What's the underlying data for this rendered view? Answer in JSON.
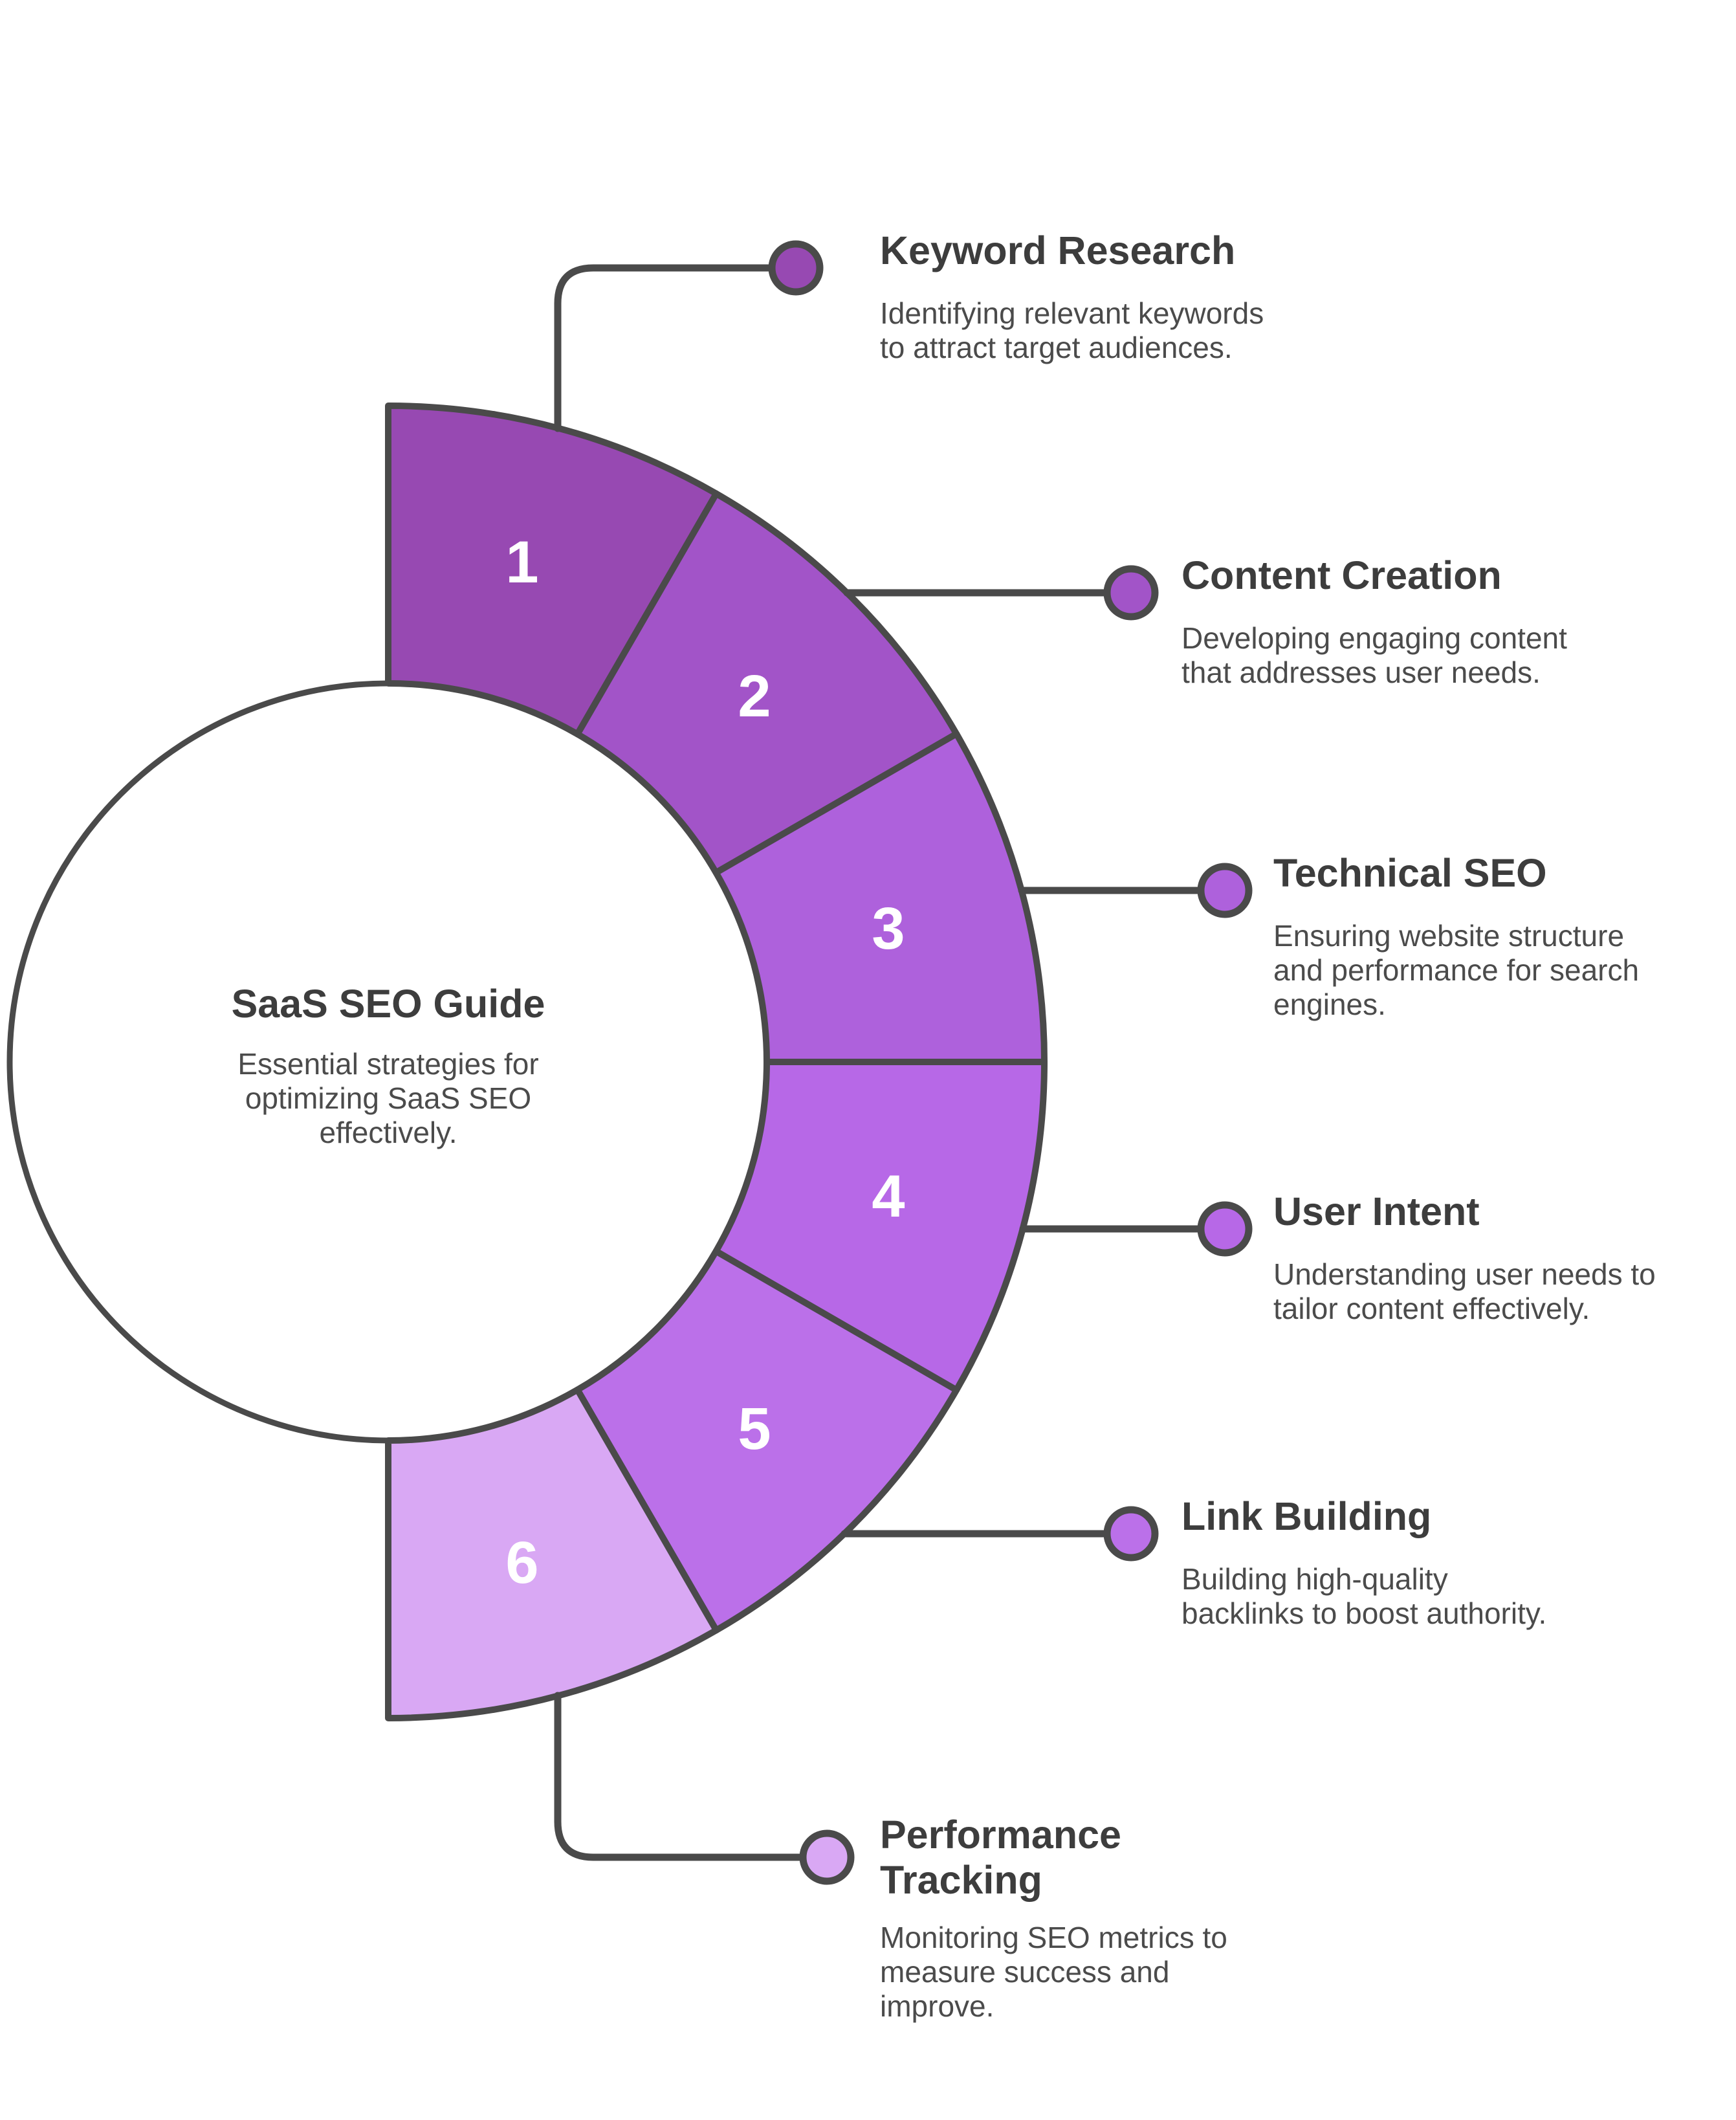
{
  "center": {
    "title": "SaaS SEO Guide",
    "description": "Essential strategies for optimizing SaaS SEO effectively."
  },
  "sections": [
    {
      "number": "1",
      "title": "Keyword Research",
      "description": "Identifying relevant keywords to attract target audiences.",
      "color": "#9749b2"
    },
    {
      "number": "2",
      "title": "Content Creation",
      "description": "Developing engaging content that addresses user needs.",
      "color": "#a254c8"
    },
    {
      "number": "3",
      "title": "Technical SEO",
      "description": "Ensuring website structure and performance for search engines.",
      "color": "#ae61dc"
    },
    {
      "number": "4",
      "title": "User Intent",
      "description": "Understanding user needs to tailor content effectively.",
      "color": "#b768e7"
    },
    {
      "number": "5",
      "title": "Link Building",
      "description": "Building high-quality backlinks to boost authority.",
      "color": "#bb70e9"
    },
    {
      "number": "6",
      "title": "Performance Tracking",
      "description": "Monitoring SEO metrics to measure success and improve.",
      "color": "#d9a8f4"
    }
  ],
  "colors": {
    "outline": "#4a4a4a",
    "title_text": "#3d3d3d",
    "description_text": "#4b4b4b",
    "number_text": "#ffffff",
    "background": "#ffffff"
  }
}
